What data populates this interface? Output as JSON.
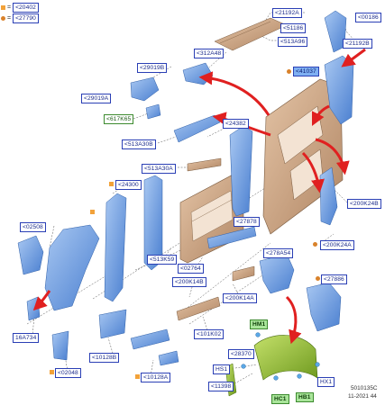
{
  "legend": {
    "square_code": "<20402",
    "dot_code": "<27790",
    "equals": "="
  },
  "callouts": [
    {
      "id": "21192A",
      "text": "<21192A"
    },
    {
      "id": "00186",
      "text": "<00186"
    },
    {
      "id": "51186",
      "text": "<51186"
    },
    {
      "id": "513A96",
      "text": "<513A96"
    },
    {
      "id": "21192B",
      "text": "<21192B"
    },
    {
      "id": "312A48",
      "text": "<312A48"
    },
    {
      "id": "41037",
      "text": "<41037"
    },
    {
      "id": "29019B",
      "text": "<29019B"
    },
    {
      "id": "29019A",
      "text": "<29019A"
    },
    {
      "id": "617K65",
      "text": "<617K65"
    },
    {
      "id": "24382",
      "text": "<24382"
    },
    {
      "id": "513A30B",
      "text": "<513A30B"
    },
    {
      "id": "513A30A",
      "text": "<513A30A"
    },
    {
      "id": "24300",
      "text": "<24300"
    },
    {
      "id": "200K24B",
      "text": "<200K24B"
    },
    {
      "id": "02508",
      "text": "<02508"
    },
    {
      "id": "27878",
      "text": "<27878"
    },
    {
      "id": "200K24A",
      "text": "<200K24A"
    },
    {
      "id": "513K59",
      "text": "<513K59"
    },
    {
      "id": "278A54",
      "text": "<278A54"
    },
    {
      "id": "02764",
      "text": "<02764"
    },
    {
      "id": "200K14B",
      "text": "<200K14B"
    },
    {
      "id": "27886",
      "text": "<27886"
    },
    {
      "id": "200K14A",
      "text": "<200K14A"
    },
    {
      "id": "16A734",
      "text": "16A734"
    },
    {
      "id": "101K02",
      "text": "<101K02"
    },
    {
      "id": "HM1",
      "text": "HM1"
    },
    {
      "id": "10128B",
      "text": "<10128B"
    },
    {
      "id": "28370",
      "text": "<28370"
    },
    {
      "id": "02048",
      "text": "<02048"
    },
    {
      "id": "HS1",
      "text": "HS1"
    },
    {
      "id": "HX1",
      "text": "HX1"
    },
    {
      "id": "10128A",
      "text": "<10128A"
    },
    {
      "id": "11398",
      "text": "<11398"
    },
    {
      "id": "HC1",
      "text": "HC1"
    },
    {
      "id": "HB1",
      "text": "HB1"
    }
  ],
  "footer": {
    "code": "5010135C",
    "date": "11-2021 44"
  },
  "colors": {
    "callout_border": "#2a3fb5",
    "callout_highlight": "#7fb0f2",
    "bracket_blue": "#6d9fe0",
    "panel_tan": "#c9a07e",
    "panel_brown": "#a97b5b",
    "liner_green": "#8fbf2f",
    "arrow_red": "#e02020",
    "marker_orange": "#f2a23a",
    "leader_dash": "#444444"
  }
}
